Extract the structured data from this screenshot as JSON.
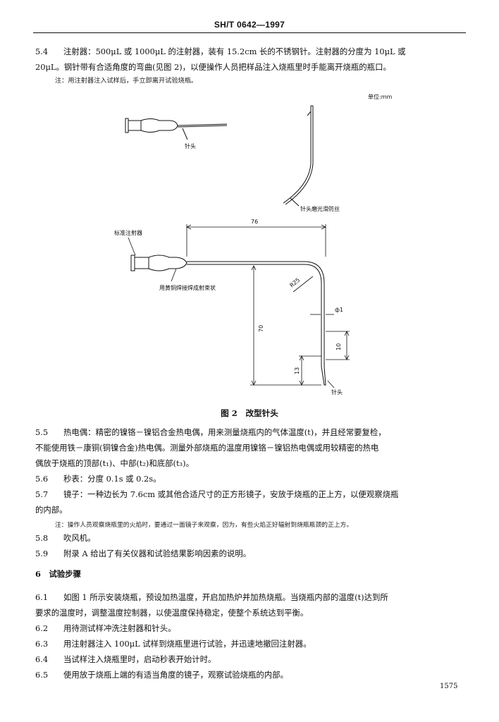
{
  "header": {
    "title": "SH/T 0642—1997"
  },
  "p54": {
    "num": "5.4",
    "line1": "注射器：500μL 或 1000μL 的注射器，装有 15.2cm 长的不锈钢针。注射器的分度为 10μL 或",
    "line2": "20μL。钢针带有合适角度的弯曲(见图 2)，以便操作人员把样品注入烧瓶里时手能离开烧瓶的瓶口。",
    "note": "注：用注射器注入试样后，手立即离开试验烧瓶。"
  },
  "figure": {
    "unit": "单位:mm",
    "needle_label": "针头",
    "tip_label": "针头磨光滑防丝",
    "syringe_label": "标准注射器",
    "weld_label": "用黄铜焊接焊成射束状",
    "needle_label2": "针头",
    "dim_76": "76",
    "dim_r25": "R25",
    "dim_phi": "ф1",
    "dim_70": "70",
    "dim_10": "10",
    "dim_13": "13",
    "caption": "图 2　改型针头"
  },
  "p55": {
    "num": "5.5",
    "line1": "热电偶：精密的镍铬－镍铝合金热电偶，用来测量烧瓶内的气体温度(t)，并且经常要复检，",
    "line2": "不能使用铁－康铜(铜镍合金)热电偶。测量外部烧瓶的温度用镍铬－镍铝热电偶或用较精密的热电",
    "line3": "偶放于烧瓶的顶部(t₁)、中部(t₂)和底部(t₃)。"
  },
  "p56": {
    "num": "5.6",
    "text": "秒表：分度 0.1s 或 0.2s。"
  },
  "p57": {
    "num": "5.7",
    "line1": "镜子：一种边长为 7.6cm 或其他合适尺寸的正方形镜子，安放于烧瓶的正上方，以便观察烧瓶",
    "line2": "的内部。",
    "note": "注：操作人员观察烧瓶里的火焰时，要通过一面镜子来观察，因为，有些火焰正好辐射到烧瓶瓶颈的正上方。"
  },
  "p58": {
    "num": "5.8",
    "text": "吹风机。"
  },
  "p59": {
    "num": "5.9",
    "text": "附录 A 给出了有关仪器和试验结果影响因素的说明。"
  },
  "section6": {
    "title": "6　试验步骤"
  },
  "p61": {
    "num": "6.1",
    "line1": "如图 1 所示安装烧瓶，预设加热温度，开启加热炉并加热烧瓶。当烧瓶内部的温度(t)达到所",
    "line2": "要求的温度时，调整温度控制器，以使温度保持稳定，使整个系统达到平衡。"
  },
  "p62": {
    "num": "6.2",
    "text": "用待测试样冲洗注射器和针头。"
  },
  "p63": {
    "num": "6.3",
    "text": "用注射器注入 100μL 试样到烧瓶里进行试验，并迅速地撤回注射器。"
  },
  "p64": {
    "num": "6.4",
    "text": "当试样注入烧瓶里时，启动秒表开始计时。"
  },
  "p65": {
    "num": "6.5",
    "text": "使用放于烧瓶上端的有适当角度的镜子，观察试验烧瓶的内部。"
  },
  "page_number": "1575"
}
